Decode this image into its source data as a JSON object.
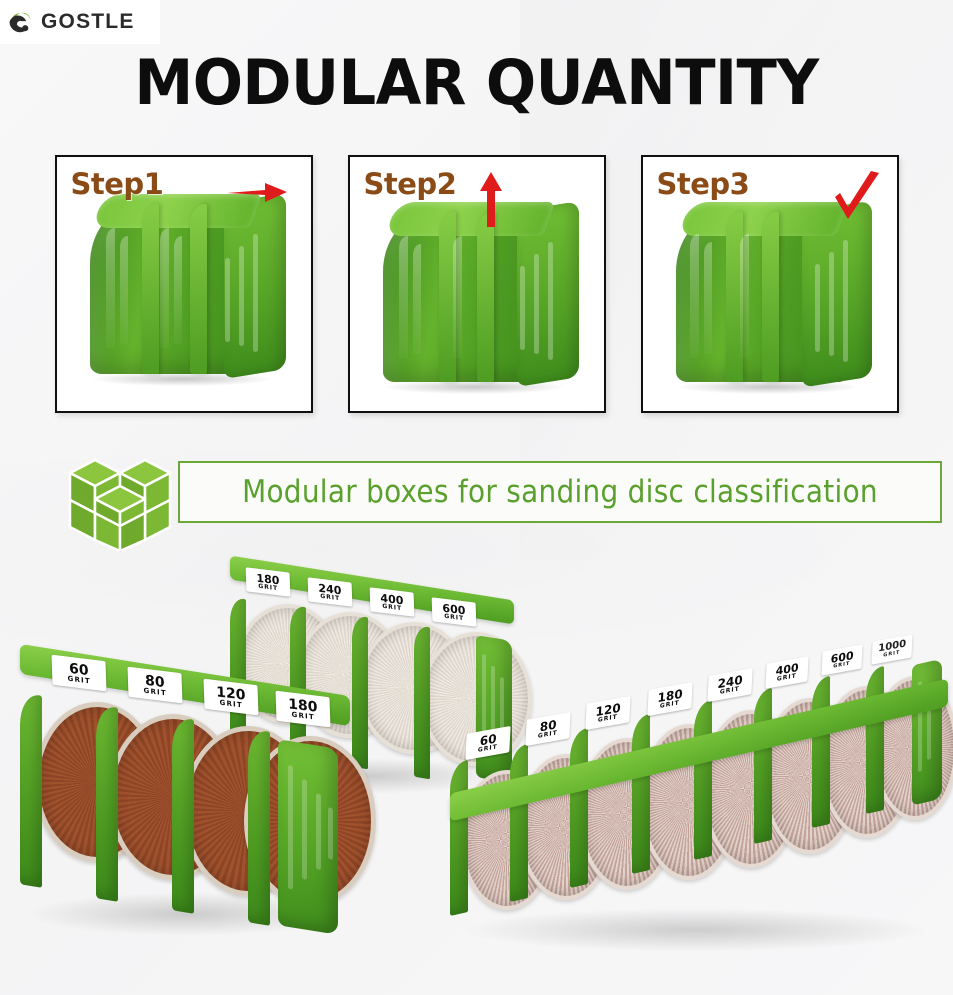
{
  "brand": {
    "name": "GOSTLE",
    "logo_icon": "gostle-swirl-logo",
    "logo_green": "#7ab929",
    "logo_dark": "#2b2b2b"
  },
  "header": {
    "title": "MODULAR QUANTITY"
  },
  "steps": [
    {
      "label": "Step1",
      "indicator_icon": "arrow-right-icon",
      "indicator_color": "#e01b1b",
      "product_icon": "green-modular-box"
    },
    {
      "label": "Step2",
      "indicator_icon": "arrow-up-icon",
      "indicator_color": "#e01b1b",
      "product_icon": "green-modular-box"
    },
    {
      "label": "Step3",
      "indicator_icon": "check-mark-icon",
      "indicator_color": "#e01b1b",
      "product_icon": "green-modular-box"
    }
  ],
  "banner": {
    "icon": "stacked-cubes-icon",
    "text": "Modular boxes for sanding disc classification",
    "text_color": "#5aa02c",
    "border_color": "#6aa838"
  },
  "products": {
    "back_box": {
      "name": "four-slot-box-fine-grits",
      "slot_count": 4,
      "disc_style": "white",
      "labels": [
        {
          "grit": "180",
          "unit": "GRIT"
        },
        {
          "grit": "240",
          "unit": "GRIT"
        },
        {
          "grit": "400",
          "unit": "GRIT"
        },
        {
          "grit": "600",
          "unit": "GRIT"
        }
      ]
    },
    "front_box": {
      "name": "four-slot-box-coarse-grits",
      "slot_count": 4,
      "disc_style": "brown",
      "labels": [
        {
          "grit": "60",
          "unit": "GRIT"
        },
        {
          "grit": "80",
          "unit": "GRIT"
        },
        {
          "grit": "120",
          "unit": "GRIT"
        },
        {
          "grit": "180",
          "unit": "GRIT"
        }
      ]
    },
    "long_box": {
      "name": "eight-slot-box",
      "slot_count": 8,
      "disc_style": "pink",
      "labels": [
        {
          "grit": "60",
          "unit": "GRIT"
        },
        {
          "grit": "80",
          "unit": "GRIT"
        },
        {
          "grit": "120",
          "unit": "GRIT"
        },
        {
          "grit": "180",
          "unit": "GRIT"
        },
        {
          "grit": "240",
          "unit": "GRIT"
        },
        {
          "grit": "400",
          "unit": "GRIT"
        },
        {
          "grit": "600",
          "unit": "GRIT"
        },
        {
          "grit": "1000",
          "unit": "GRIT"
        }
      ]
    }
  },
  "colors": {
    "plastic_green": "#56a526",
    "plastic_green_light": "#8ccf49",
    "accent_red": "#e01b1b",
    "step_label_brown": "#8a4b17",
    "background": "#f6f6f7"
  }
}
